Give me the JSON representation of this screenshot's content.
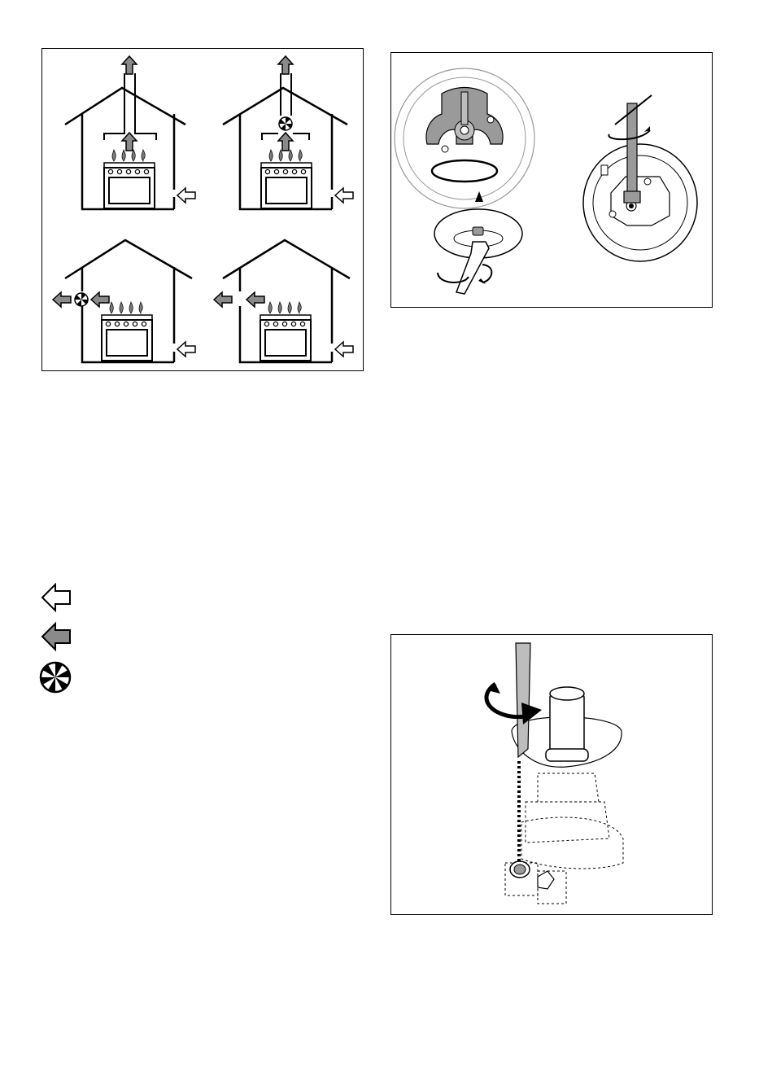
{
  "document": {
    "figures": [
      {
        "id": "ventilation-scenarios",
        "description_visible_text": ""
      },
      {
        "id": "burner-removal",
        "description_visible_text": ""
      },
      {
        "id": "injector-replacement",
        "description_visible_text": ""
      }
    ],
    "legend": [
      {
        "icon": "fresh-air-inlet-arrow-icon",
        "label": ""
      },
      {
        "icon": "exhaust-air-outlet-arrow-icon",
        "label": ""
      },
      {
        "icon": "extractor-fan-icon",
        "label": ""
      }
    ],
    "colors": {
      "line": "#000000",
      "fill_grey": "#8a8a8a",
      "fill_light_grey": "#d0d0d0",
      "flame": "#7a7a7a"
    }
  }
}
